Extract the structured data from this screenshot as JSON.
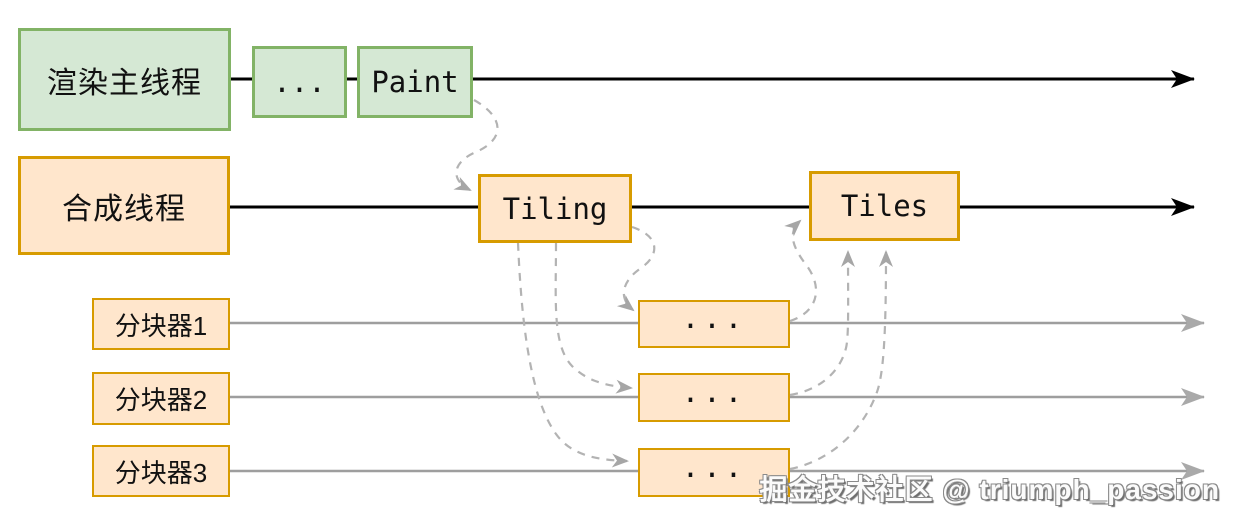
{
  "lanes": {
    "render_main": {
      "label": "渲染主线程"
    },
    "compositor": {
      "label": "合成线程"
    },
    "tiler1": {
      "label": "分块器1"
    },
    "tiler2": {
      "label": "分块器2"
    },
    "tiler3": {
      "label": "分块器3"
    }
  },
  "nodes": {
    "main_ellipsis": {
      "label": "..."
    },
    "paint": {
      "label": "Paint"
    },
    "tiling": {
      "label": "Tiling"
    },
    "tiles": {
      "label": "Tiles"
    },
    "tiler1_ellipsis": {
      "label": "..."
    },
    "tiler2_ellipsis": {
      "label": "..."
    },
    "tiler3_ellipsis": {
      "label": "..."
    }
  },
  "watermark": {
    "text": "掘金技术社区 @ triumph_passion"
  },
  "colors": {
    "background": "#ffffff",
    "green_fill": "#d5e8d4",
    "green_border": "#82b366",
    "orange_fill": "#ffe6cc",
    "orange_border": "#d79b00",
    "black_line": "#000000",
    "gray_line": "#9e9e9e",
    "dashed_connector": "#b3b3b3",
    "text": "#111111"
  }
}
